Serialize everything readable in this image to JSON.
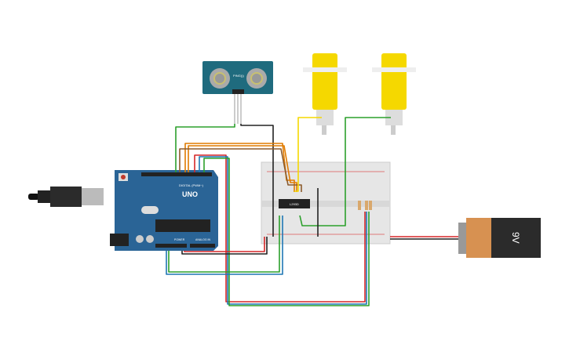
{
  "arduino": {
    "logo": "UNO",
    "digital_label": "DIGITAL (PWM~)",
    "power_label": "POWER",
    "analog_label": "ANALOG IN"
  },
  "sensor": {
    "label": "PING)))"
  },
  "driver_chip": {
    "label": "L293D"
  },
  "battery": {
    "label": "9V"
  },
  "colors": {
    "arduino": "#2a6496",
    "breadboard": "#e6e6e6",
    "motor": "#f5d800",
    "battery_body": "#d79151",
    "battery_label": "#2b2b2b",
    "sensor": "#1f6b7e"
  }
}
